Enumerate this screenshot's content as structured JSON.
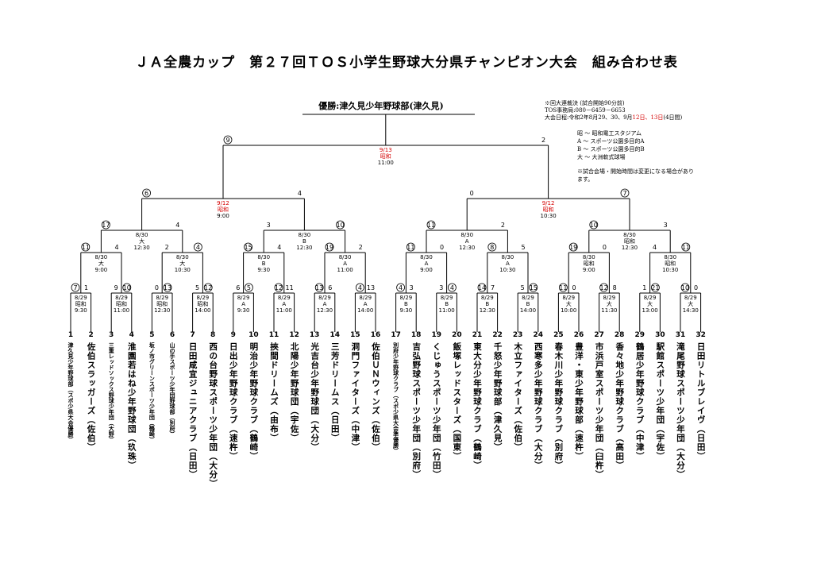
{
  "title": "ＪＡ全農カップ　第２７回ＴＯＳ小学生野球大分県チャンピオン大会　組み合わせ表",
  "champion_label": "優勝:津久見少年野球部(津久見)",
  "info_lines": [
    {
      "text": "※回大連裁決 (試合開始90分前)"
    },
    {
      "text": "TOS事務局:080－6459－6653"
    },
    {
      "pre": "大会日程:令和2年8月29、30、9月",
      "red": "12日、13日",
      "post": "(4日間)"
    }
  ],
  "venues": [
    {
      "code": "昭",
      "label": "昭和電工スタジアム"
    },
    {
      "code": "A",
      "label": "スポーツ公園多目的A"
    },
    {
      "code": "B",
      "label": "スポーツ公園多目的B"
    },
    {
      "code": "大",
      "label": "大洲軟式球場"
    }
  ],
  "note": "※試合会場・開始時間は変更になる場合があります。",
  "teams": [
    {
      "num": "1",
      "name": "津久見少年野球部（スポ少県大会優勝）"
    },
    {
      "num": "2",
      "name": "佐伯スラッガーズ（佐伯）"
    },
    {
      "num": "3",
      "name": "三重レッドソックス野球少年団（大野）"
    },
    {
      "num": "4",
      "name": "淮園若はね少年野球団（玖珠）"
    },
    {
      "num": "5",
      "name": "坂ノ市グリーンスポーツ少年団（鶴崎）"
    },
    {
      "num": "6",
      "name": "山の手スポーツ少年団野球部（別府）"
    },
    {
      "num": "7",
      "name": "日田咸宜ジュニアクラブ（日田）"
    },
    {
      "num": "8",
      "name": "西の台野球スポーツ少年団（大分）"
    },
    {
      "num": "9",
      "name": "日出少年野球クラブ（速杵）"
    },
    {
      "num": "10",
      "name": "明治少年野球クラブ（鶴崎）"
    },
    {
      "num": "11",
      "name": "挾間ドリームズ（由布）"
    },
    {
      "num": "12",
      "name": "北陽少年野球団（宇佐）"
    },
    {
      "num": "13",
      "name": "光吉台少年野球団（大分）"
    },
    {
      "num": "14",
      "name": "三芳ドリームス（日田）"
    },
    {
      "num": "15",
      "name": "洞門ファイターズ（中津）"
    },
    {
      "num": "16",
      "name": "佐伯ＵＮウィンズ（佐伯）"
    },
    {
      "num": "17",
      "name": "別府少年野球クラブ（スポ少県大会準優勝）"
    },
    {
      "num": "18",
      "name": "吉弘野球スポーツ少年団（別府）"
    },
    {
      "num": "19",
      "name": "くじゅうスポーツ少年団（竹田）"
    },
    {
      "num": "20",
      "name": "飯塚レッドスターズ（国東）"
    },
    {
      "num": "21",
      "name": "東大分少年野球クラブ（鶴崎）"
    },
    {
      "num": "22",
      "name": "千怒少年野球部（津久見）"
    },
    {
      "num": "23",
      "name": "木立ファイターズ（佐伯）"
    },
    {
      "num": "24",
      "name": "西寒多少年野球クラブ（大分）"
    },
    {
      "num": "25",
      "name": "春木川少年野球クラブ（別府）"
    },
    {
      "num": "26",
      "name": "豊洋・東少年野球部（速杵）"
    },
    {
      "num": "27",
      "name": "市浜戸室スポーツ少年団（臼杵）"
    },
    {
      "num": "28",
      "name": "香々地少年野球クラブ（高田）"
    },
    {
      "num": "29",
      "name": "鶴居少年野球クラブ（中津）"
    },
    {
      "num": "30",
      "name": "駅館スポーツ少年団（宇佐）"
    },
    {
      "num": "31",
      "name": "滝尾野球スポーツ少年団（大分）"
    },
    {
      "num": "32",
      "name": "日田リトルブレイヴ（日田）"
    }
  ],
  "r1": [
    {
      "date": "8/29",
      "venue": "昭和",
      "time": "9:30",
      "ls": "7",
      "rs": "1",
      "lc": true,
      "rc": false
    },
    {
      "date": "8/29",
      "venue": "昭和",
      "time": "11:00",
      "ls": "9",
      "rs": "10",
      "lc": false,
      "rc": true
    },
    {
      "date": "8/29",
      "venue": "昭和",
      "time": "12:30",
      "ls": "0",
      "rs": "13",
      "lc": false,
      "rc": true
    },
    {
      "date": "8/29",
      "venue": "昭和",
      "time": "14:00",
      "ls": "5",
      "rs": "12",
      "lc": false,
      "rc": true
    },
    {
      "date": "8/29",
      "venue": "A",
      "time": "9:30",
      "ls": "6",
      "rs": "5",
      "lc": false,
      "rc": true
    },
    {
      "date": "8/29",
      "venue": "A",
      "time": "11:00",
      "ls": "12",
      "rs": "11",
      "lc": true,
      "rc": false
    },
    {
      "date": "8/29",
      "venue": "A",
      "time": "12:30",
      "ls": "13",
      "rs": "6",
      "lc": true,
      "rc": false
    },
    {
      "date": "8/29",
      "venue": "A",
      "time": "14:00",
      "ls": "4",
      "rs": "13",
      "lc": true,
      "rc": false
    },
    {
      "date": "8/29",
      "venue": "B",
      "time": "9:30",
      "ls": "4",
      "rs": "3",
      "lc": true,
      "rc": false
    },
    {
      "date": "8/29",
      "venue": "B",
      "time": "11:00",
      "ls": "3",
      "rs": "4",
      "lc": false,
      "rc": true
    },
    {
      "date": "8/29",
      "venue": "B",
      "time": "12:30",
      "ls": "14",
      "rs": "7",
      "lc": true,
      "rc": false
    },
    {
      "date": "8/29",
      "venue": "B",
      "time": "14:00",
      "ls": "5",
      "rs": "15",
      "lc": false,
      "rc": true
    },
    {
      "date": "8/29",
      "venue": "大",
      "time": "10:00",
      "ls": "11",
      "rs": "0",
      "lc": true,
      "rc": false
    },
    {
      "date": "8/29",
      "venue": "大",
      "time": "11:30",
      "ls": "12",
      "rs": "8",
      "lc": true,
      "rc": false
    },
    {
      "date": "8/29",
      "venue": "大",
      "time": "13:00",
      "ls": "1",
      "rs": "21",
      "lc": false,
      "rc": true
    },
    {
      "date": "8/29",
      "venue": "大",
      "time": "14:30",
      "ls": "10",
      "rs": "0",
      "lc": true,
      "rc": false
    }
  ],
  "r2": [
    {
      "date": "8/30",
      "venue": "大",
      "time": "9:00",
      "ls": "11",
      "rs": "4",
      "lc": true,
      "rc": false
    },
    {
      "date": "8/30",
      "venue": "大",
      "time": "10:30",
      "ls": "2",
      "rs": "4",
      "lc": false,
      "rc": true
    },
    {
      "date": "8/30",
      "venue": "B",
      "time": "9:30",
      "ls": "15",
      "rs": "4",
      "lc": true,
      "rc": false
    },
    {
      "date": "8/30",
      "venue": "A",
      "time": "11:00",
      "ls": "19",
      "rs": "2",
      "lc": true,
      "rc": false
    },
    {
      "date": "8/30",
      "venue": "A",
      "time": "9:00",
      "ls": "11",
      "rs": "0",
      "lc": true,
      "rc": false
    },
    {
      "date": "8/30",
      "venue": "A",
      "time": "10:30",
      "ls": "8",
      "rs": "5",
      "lc": true,
      "rc": false
    },
    {
      "date": "8/30",
      "venue": "昭和",
      "time": "9:00",
      "ls": "19",
      "rs": "0",
      "lc": true,
      "rc": false
    },
    {
      "date": "8/30",
      "venue": "昭和",
      "time": "10:30",
      "ls": "4",
      "rs": "11",
      "lc": false,
      "rc": true
    }
  ],
  "qf": [
    {
      "date": "8/30",
      "venue": "大",
      "time": "12:30",
      "ls": "17",
      "rs": "4",
      "lc": true,
      "rc": false
    },
    {
      "date": "8/30",
      "venue": "B",
      "time": "12:30",
      "ls": "3",
      "rs": "10",
      "lc": false,
      "rc": true
    },
    {
      "date": "8/30",
      "venue": "A",
      "time": "12:30",
      "ls": "11",
      "rs": "2",
      "lc": true,
      "rc": false
    },
    {
      "date": "8/30",
      "venue": "昭和",
      "time": "12:30",
      "ls": "10",
      "rs": "3",
      "lc": true,
      "rc": false
    }
  ],
  "sf": [
    {
      "date": "9/12",
      "venue": "昭和",
      "time": "9:00",
      "ls": "6",
      "rs": "4",
      "lc": true,
      "rc": false
    },
    {
      "date": "9/12",
      "venue": "昭和",
      "time": "10:30",
      "ls": "0",
      "rs": "7",
      "lc": false,
      "rc": true
    }
  ],
  "final": [
    {
      "date": "9/13",
      "venue": "昭和",
      "time": "11:00",
      "ls": "9",
      "rs": "2",
      "lc": true,
      "rc": false
    }
  ]
}
